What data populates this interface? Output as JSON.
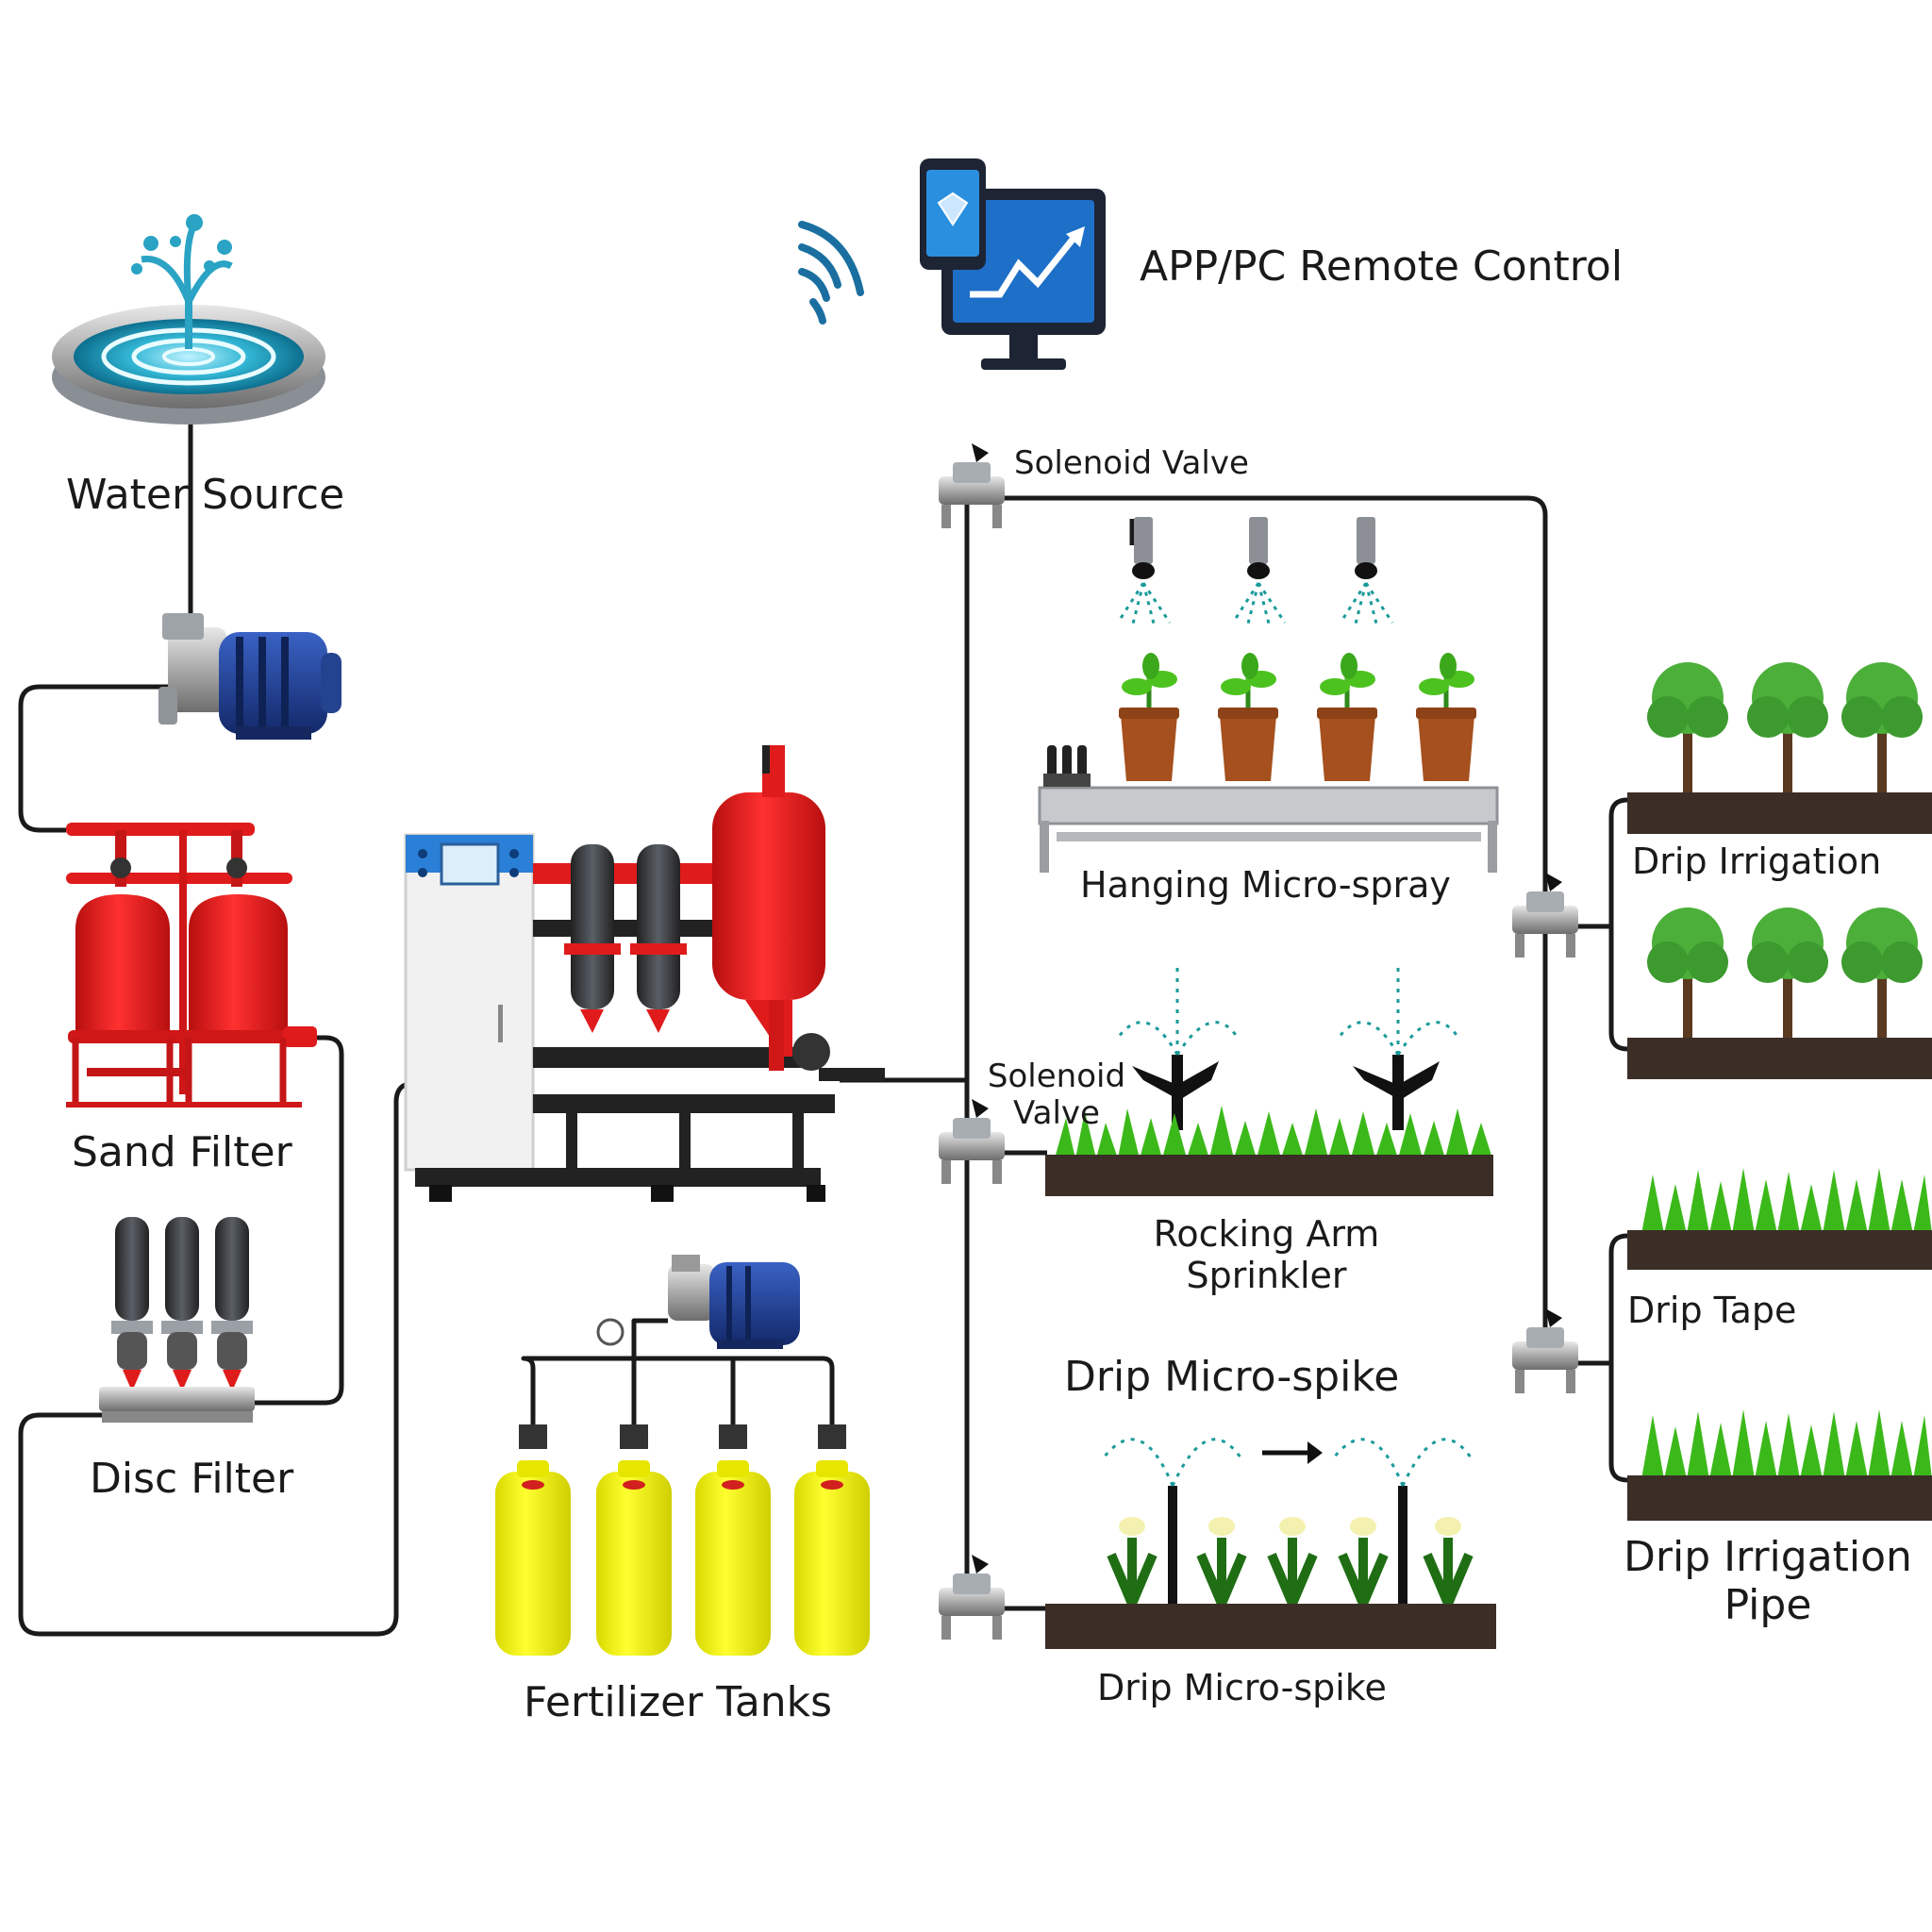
{
  "labels": {
    "app_pc": "APP/PC Remote Control",
    "water_source": "Water Source",
    "sand_filter": "Sand Filter",
    "disc_filter": "Disc Filter",
    "fertilizer_tanks": "Fertilizer Tanks",
    "solenoid_valve_top": "Solenoid Valve",
    "solenoid_valve_mid_1": "Solenoid",
    "solenoid_valve_mid_2": "Valve",
    "hanging_micro_spray": "Hanging Micro-spray",
    "rocking_arm_1": "Rocking Arm",
    "rocking_arm_2": "Sprinkler",
    "drip_micro_spike_title": "Drip Micro-spike",
    "drip_micro_spike_bottom": "Drip Micro-spike",
    "drip_irrigation": "Drip Irrigation",
    "drip_tape": "Drip Tape",
    "drip_irrigation_pipe_1": "Drip Irrigation",
    "drip_irrigation_pipe_2": "Pipe"
  },
  "colors": {
    "pipe": "#1a1a1a",
    "filter_red": "#e01b1b",
    "pump_blue": "#1f3f8f",
    "tank_yellow": "#f2f200",
    "grass_green": "#3cb91a",
    "soil": "#3b2e27",
    "pot": "#a5501e",
    "monitor_blue": "#1d6fc8",
    "spray_teal": "#1a9a9a",
    "water_blue": "#2aa3c4"
  },
  "icons": [
    "water-source-icon",
    "wifi-icon",
    "phone-icon",
    "monitor-icon",
    "pump-icon",
    "sand-filter-icon",
    "disc-filter-icon",
    "control-station-icon",
    "fertilizer-pump-icon",
    "fertilizer-tank-icon",
    "solenoid-valve-icon",
    "hanging-sprayer-icon",
    "potted-plant-icon",
    "rocking-arm-sprinkler-icon",
    "micro-spike-icon",
    "tree-icon",
    "flower-icon"
  ]
}
